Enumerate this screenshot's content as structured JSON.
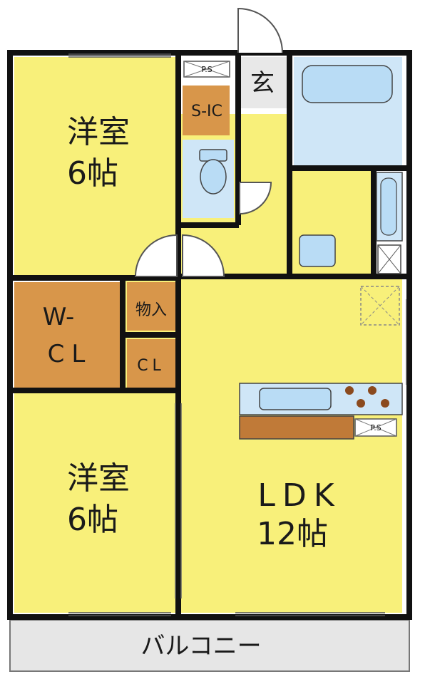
{
  "rooms": {
    "western_room_top": {
      "name": "洋室",
      "size": "6帖"
    },
    "western_room_bottom": {
      "name": "洋室",
      "size": "6帖"
    },
    "ldk": {
      "name": "LDK",
      "size": "12帖"
    },
    "walk_in_closet": {
      "line1": "W-",
      "line2": "CL"
    },
    "storage": {
      "label": "物入"
    },
    "closet": {
      "label": "CL"
    },
    "shoe_closet": {
      "label": "S-IC"
    },
    "entrance": {
      "label": "玄"
    },
    "balcony": {
      "label": "バルコニー"
    }
  },
  "fixtures": {
    "pipe_space_top": "P.S",
    "pipe_space_kitchen": "P.S"
  },
  "colors": {
    "room_yellow": "#f8f07a",
    "closet_orange": "#d8964a",
    "wet_blue": "#cfe6f7",
    "wall": "#111111",
    "balcony_gray": "#e6e6e6"
  }
}
